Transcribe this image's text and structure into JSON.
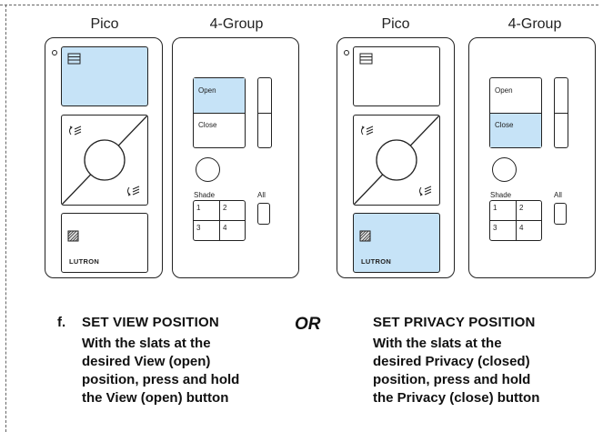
{
  "left_group": {
    "pico_caption": "Pico",
    "group_caption": "4-Group"
  },
  "right_group": {
    "pico_caption": "Pico",
    "group_caption": "4-Group"
  },
  "keypad": {
    "open_label": "Open",
    "close_label": "Close",
    "shade_label": "Shade",
    "all_label": "All",
    "zones": [
      "1",
      "2",
      "3",
      "4"
    ]
  },
  "brand": "LUTRON",
  "highlight_color": "#c6e3f7",
  "left_step": {
    "letter": "f.",
    "title": "SET VIEW POSITION",
    "body": "With the slats at the\ndesired View (open)\nposition, press and hold\nthe View (open) button"
  },
  "or_label": "OR",
  "right_step": {
    "title": "SET PRIVACY POSITION",
    "body": "With the slats at the\ndesired Privacy (closed)\nposition, press and hold\nthe Privacy (close) button"
  }
}
